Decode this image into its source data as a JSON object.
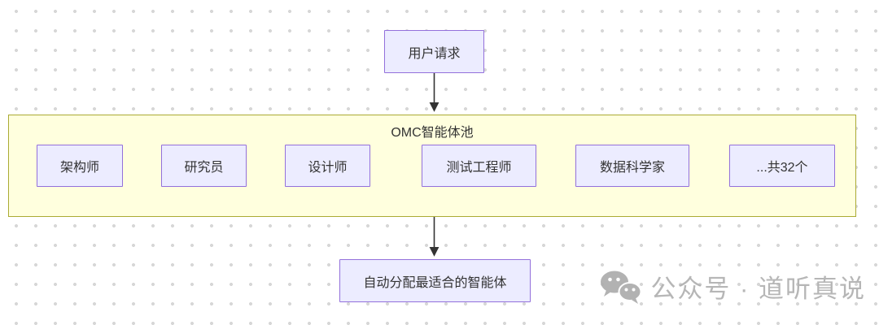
{
  "diagram": {
    "top_node": {
      "label": "用户请求"
    },
    "pool": {
      "title": "OMC智能体池",
      "agents": [
        {
          "label": "架构师"
        },
        {
          "label": "研究员"
        },
        {
          "label": "设计师"
        },
        {
          "label": "测试工程师"
        },
        {
          "label": "数据科学家"
        },
        {
          "label": "...共32个"
        }
      ]
    },
    "bottom_node": {
      "label": "自动分配最适合的智能体"
    },
    "edges": [
      {
        "from": "user-request",
        "to": "omc-pool"
      },
      {
        "from": "omc-pool",
        "to": "auto-assign"
      }
    ]
  },
  "watermark": {
    "icon": "wechat-icon",
    "text": "公众号 · 道听真说"
  },
  "colors": {
    "node_fill": "#ECECFF",
    "node_border": "#9370DB",
    "pool_fill": "#FFFFDE",
    "pool_border": "#AAAA33",
    "arrow": "#333333",
    "text": "#333333",
    "dot_grid": "#D7D7D7",
    "watermark": "#B0B0B0"
  }
}
